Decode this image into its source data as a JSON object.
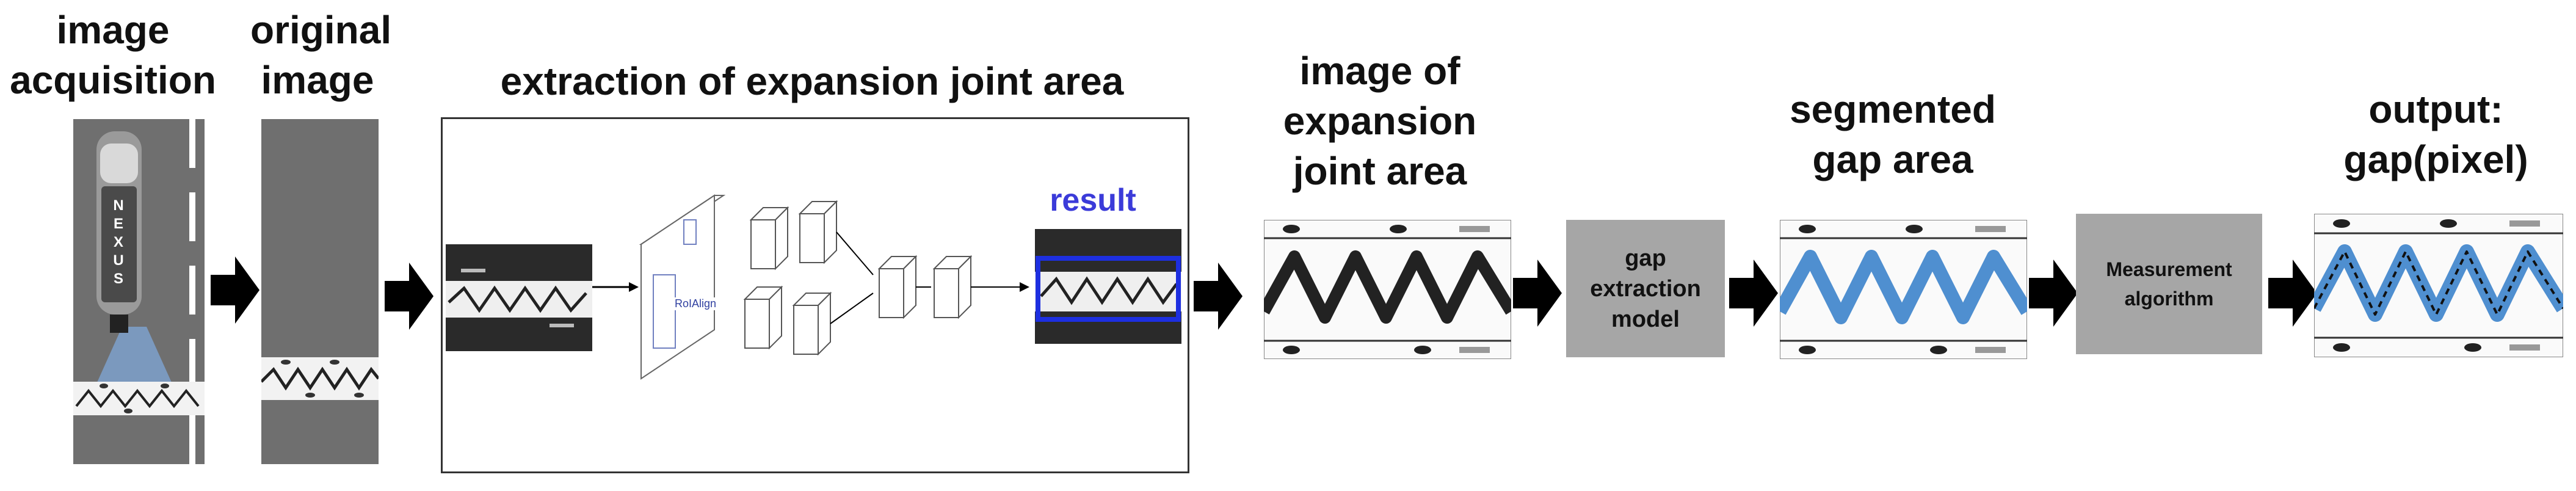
{
  "stages": {
    "acquisition_title": "image acquisition",
    "original_title": "original image",
    "extraction_title": "extraction of expansion joint area",
    "joint_title": "image of expansion joint area",
    "segmented_title": "segmented gap area",
    "output_title": "output: gap(pixel)"
  },
  "vehicle_label": [
    "N",
    "E",
    "X",
    "U",
    "S"
  ],
  "network": {
    "roialign_label": "RoIAlign",
    "result_label": "result"
  },
  "boxes": {
    "gap_model": "gap extraction model",
    "measurement": "Measurement algorithm"
  },
  "colors": {
    "road": "#6f6f6f",
    "gray_box": "#a6a6a6",
    "result": "#3b3bd9",
    "gap_fill": "#4f8fd0"
  }
}
